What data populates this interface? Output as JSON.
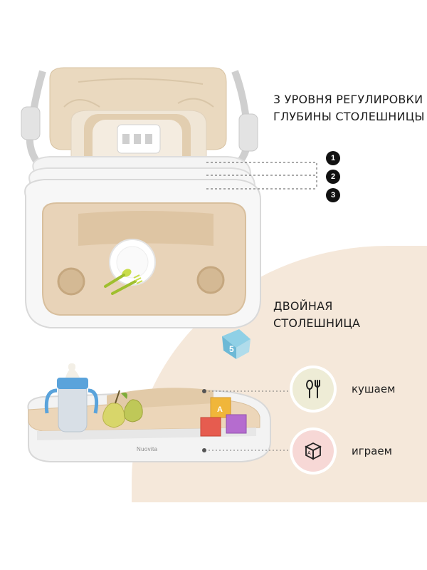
{
  "headings": {
    "depth_line1": "3 уровня регулировки",
    "depth_line2": "глубины столешницы",
    "double_line1": "Двойная",
    "double_line2": "столешница"
  },
  "levels": [
    "1",
    "2",
    "3"
  ],
  "features": [
    {
      "label": "кушаем",
      "icon": "fork-spoon-icon"
    },
    {
      "label": "играем",
      "icon": "toy-blocks-icon"
    }
  ],
  "brand": "Nuovita",
  "colors": {
    "beige_tray": "#e8d3b8",
    "background_accent": "#f5e8da",
    "eat_circle": "#eeecd6",
    "play_circle": "#f7d8d6",
    "badge": "#111111"
  }
}
